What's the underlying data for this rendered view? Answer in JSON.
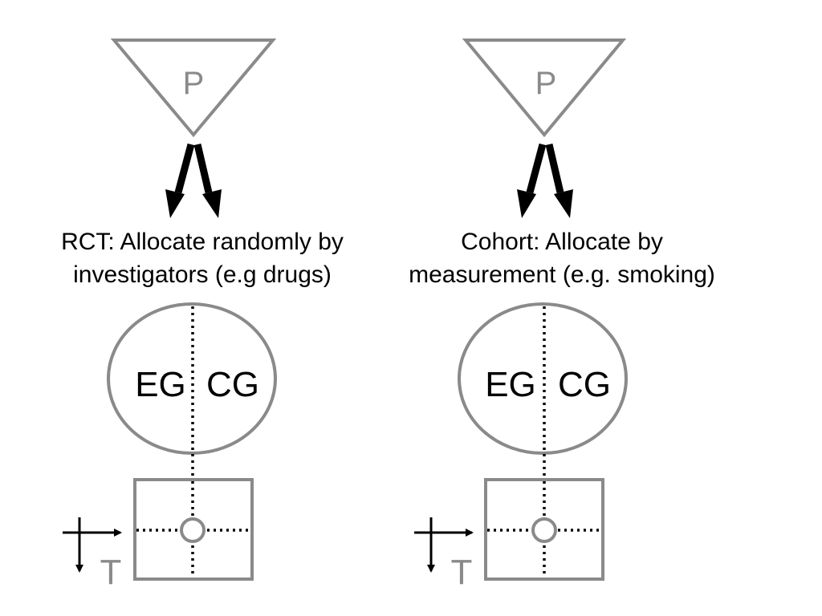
{
  "colors": {
    "shape_stroke": "#8a8a8a",
    "shape_text": "#8a8a8a",
    "ink": "#000000",
    "background": "#ffffff"
  },
  "panels": [
    {
      "id": "rct",
      "population_label": "P",
      "caption_line1": "RCT: Allocate randomly by",
      "caption_line2": "investigators (e.g drugs)",
      "group_left": "EG",
      "group_right": "CG",
      "time_label": "T"
    },
    {
      "id": "cohort",
      "population_label": "P",
      "caption_line1": "Cohort: Allocate by",
      "caption_line2": "measurement (e.g. smoking)",
      "group_left": "EG",
      "group_right": "CG",
      "time_label": "T"
    }
  ]
}
